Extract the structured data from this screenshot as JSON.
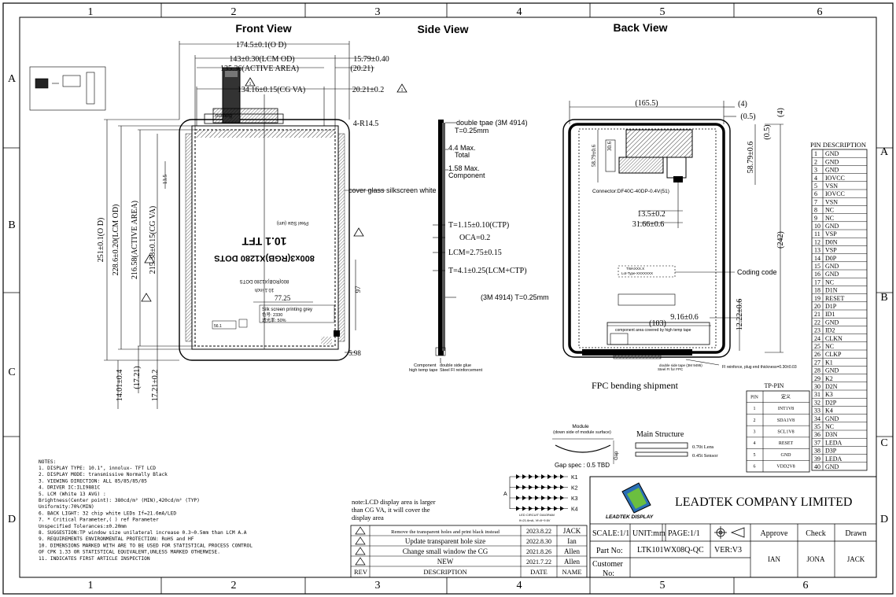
{
  "grid": {
    "columns": [
      "1",
      "2",
      "3",
      "4",
      "5",
      "6"
    ],
    "rows": [
      "A",
      "B",
      "C",
      "D"
    ]
  },
  "views": {
    "front": "Front View",
    "side": "Side View",
    "back": "Back View"
  },
  "front": {
    "dims": {
      "width_od": "174.5±0.1(O D)",
      "lcm_od": "143±0.30(LCM OD)",
      "active_area": "135.36(ACTIVE AREA)",
      "cg_va": "134.16±0.15(CG VA)",
      "right_1": "15.79±0.40",
      "right_2": "(20.21)",
      "right_3": "20.21±0.2",
      "radius": "4-R14.5",
      "h_od": "251±0.1(O D)",
      "h_lcm": "228.6±0.20(LCM OD)",
      "h_active": "216.58(ACTIVE AREA)",
      "h_cg": "215.38±0.15(CG VA)",
      "bottom_1": "14.01±0.4",
      "bottom_2": "(17.21)",
      "bottom_3": "17.21±0.2",
      "side_97": "97",
      "dim_77": "77.25",
      "dim_598": "5.98",
      "dim_135": "13.5",
      "dim_1": "1",
      "dim_1b": "1"
    },
    "label_title": "10.1 TFT",
    "label_dots": "800x3(RGB)X1280 DOTS",
    "label_small_1": "10.1 inch",
    "label_small_2": "800(RGB)X1280 DOTS",
    "pixel_size": "Pixel Size (um)",
    "silk_1": "Silk screen printing grey",
    "silk_2": "色号: 2330",
    "silk_3": "透光率: 50%",
    "pushing": "pushing",
    "cover_glass": "cover glass silkscreen white",
    "tiny": "56.1"
  },
  "side": {
    "tape_top_1": "double tpae (3M 4914)",
    "tape_top_2": "T=0.25mm",
    "max_total_1": "4.4 Max.",
    "max_total_2": "Total",
    "max_comp_1": "1.58 Max.",
    "max_comp_2": "Component",
    "t_ctp": "T=1.15±0.10(CTP)",
    "oca": "OCA=0.2",
    "lcm": "LCM=2.75±0.15",
    "t_total": "T=4.1±0.25(LCM+CTP)",
    "tape_bottom": "(3M 4914) T=0.25mm",
    "bottom_note_1": "Component",
    "bottom_note_2": "high temp tape",
    "bottom_note_3": "double side glue",
    "bottom_note_4": "Steel FI reinforcement"
  },
  "back": {
    "w165": "(165.5)",
    "d4a": "(4)",
    "d05a": "(0.5)",
    "d4b": "(4)",
    "d05b": "(0.5)",
    "v58a": "58.79±0.6",
    "v58b": "58.79±0.6",
    "v306": "30.6",
    "connector": "Connector:DF40C-40DP-0.4V(51)",
    "d135": "13.5±0.2",
    "d3166": "31.66±0.6",
    "h242": "(242)",
    "coding": "Coding code",
    "code_text_1": "TWAXXX.X",
    "code_text_2": "Lot-Type-XXXXXXX",
    "d916": "9.16±0.6",
    "d103": "(103)",
    "d1222": "12.22±0.6",
    "comp_area": "component area covered by high temp tape",
    "fpc": "FPC bending shipment",
    "fi_note": "FI reinforce, plug end thickness=0.30±0.03",
    "double_tape": "double side tape (3M 9495)",
    "steel_fpc": "Steel FI for FPC"
  },
  "pin_table": {
    "header": "PIN DESCRIPTION",
    "pins": [
      [
        "1",
        "GND"
      ],
      [
        "2",
        "GND"
      ],
      [
        "3",
        "GND"
      ],
      [
        "4",
        "IOVCC"
      ],
      [
        "5",
        "VSN"
      ],
      [
        "6",
        "IOVCC"
      ],
      [
        "7",
        "VSN"
      ],
      [
        "8",
        "NC"
      ],
      [
        "9",
        "NC"
      ],
      [
        "10",
        "GND"
      ],
      [
        "11",
        "VSP"
      ],
      [
        "12",
        "D0N"
      ],
      [
        "13",
        "VSP"
      ],
      [
        "14",
        "D0P"
      ],
      [
        "15",
        "GND"
      ],
      [
        "16",
        "GND"
      ],
      [
        "17",
        "NC"
      ],
      [
        "18",
        "D1N"
      ],
      [
        "19",
        "RESET"
      ],
      [
        "20",
        "D1P"
      ],
      [
        "21",
        "ID1"
      ],
      [
        "22",
        "GND"
      ],
      [
        "23",
        "ID2"
      ],
      [
        "24",
        "CLKN"
      ],
      [
        "25",
        "NC"
      ],
      [
        "26",
        "CLKP"
      ],
      [
        "27",
        "K1"
      ],
      [
        "28",
        "GND"
      ],
      [
        "29",
        "K2"
      ],
      [
        "30",
        "D2N"
      ],
      [
        "31",
        "K3"
      ],
      [
        "32",
        "D2P"
      ],
      [
        "33",
        "K4"
      ],
      [
        "34",
        "GND"
      ],
      [
        "35",
        "NC"
      ],
      [
        "36",
        "D3N"
      ],
      [
        "37",
        "LEDA"
      ],
      [
        "38",
        "D3P"
      ],
      [
        "39",
        "LEDA"
      ],
      [
        "40",
        "GND"
      ]
    ]
  },
  "tp_table": {
    "title": "TP-PIN",
    "header": [
      "PIN",
      "定义"
    ],
    "rows": [
      [
        "1",
        "INT1V8"
      ],
      [
        "2",
        "SDA1V8"
      ],
      [
        "3",
        "SCL1V8"
      ],
      [
        "4",
        "RESET"
      ],
      [
        "5",
        "GND"
      ],
      [
        "6",
        "VDD2V8"
      ]
    ]
  },
  "module": {
    "title": "Module",
    "subtitle": "(down side of module surface)",
    "gap": "Gap spec : 0.5 TBD",
    "gap_side": "Gap"
  },
  "main_structure": {
    "title": "Main Structure",
    "lens": "0.70t Lens",
    "sensor": "0.45t Sensor"
  },
  "led": {
    "labels": [
      "K1",
      "K2",
      "K3",
      "K4"
    ],
    "a": "A",
    "caption_1": "LED CIRCUIT DIAGRAM",
    "caption_2": "If=21.6mA, Vf=8~9.6V"
  },
  "notes": {
    "title": "NOTES:",
    "lines": [
      "1. DISPLAY TYPE: 10.1\", innolux- TFT LCD",
      "2. DISPLAY MODE: transmissive Normally Black",
      "3. VIEWING DIRECTION:  ALL 85/85/85/85",
      "4. DRIVER IC:ILI9881C",
      "5. LCM (White 13 AVG) :",
      "      Brightness(Center point): 380cd/m² (MIN),420cd/m² (TYP)",
      "      Uniformity:70%(MIN)",
      "6. BACK LIGHT: 32 chip white LEDs If=21.6mA/LED",
      "7. * Critical Parameter,( ) ref Parameter",
      "   Unspecified Tolerances:±0.20mm",
      "8. SUGGESTION:TP window size unilateral increase 0.3~0.5mm than LCM A.A",
      "9. REQUIREMENTS ENVIRONMENTAL PROTECTION: RoHS and HF",
      "10. DIMENSIONS MARKED WITH      ARE TO BE USED FOR STATISTICAL PROCESS CONTROL",
      "     OF CPK 1.33 OR STATISTICAL EQUIVALENT,UNLESS MARKED OTHERWISE.",
      "11. INDICATES FIRST ARTICLE INSPECTION"
    ]
  },
  "note_lcd": [
    "note:LCD display area is larger",
    "than CG VA, it will cover the",
    "display area"
  ],
  "revisions": {
    "rows": [
      [
        "Remove the transparent holes and print black instead",
        "2023.8.22",
        "JACK"
      ],
      [
        "Update transparent hole size",
        "2022.8.30",
        "Ian"
      ],
      [
        "Change small window the CG",
        "2021.8.26",
        "Allen"
      ],
      [
        "NEW",
        "2021.7.22",
        "Allen"
      ]
    ],
    "header": [
      "REV",
      "DESCRIPTION",
      "DATE",
      "NAME"
    ]
  },
  "title_block": {
    "company": "LEADTEK COMPANY LIMITED",
    "logo_text": "LEADTEK DISPLAY",
    "scale": "SCALE:1/1",
    "unit": "UNIT:mm",
    "page": "PAGE:1/1",
    "part_label": "Part No:",
    "part_no": "LTK101WX08Q-QC",
    "ver": "VER:V3",
    "customer": "Customer",
    "customer_no": "No:",
    "approve": "Approve",
    "check": "Check",
    "drawn": "Drawn",
    "approve_name": "IAN",
    "check_name": "JONA",
    "drawn_name": "JACK"
  }
}
